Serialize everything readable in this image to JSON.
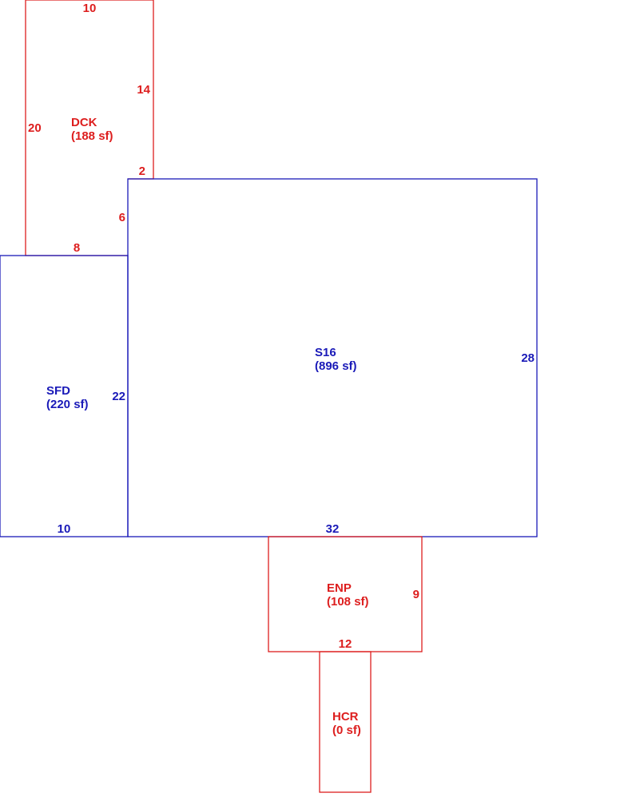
{
  "colors": {
    "living": "#1a1ab8",
    "accessory": "#dd1e1e",
    "background": "#ffffff"
  },
  "areas": {
    "dck": {
      "code": "DCK",
      "area": "(188 sf)"
    },
    "sfd": {
      "code": "SFD",
      "area": "(220 sf)"
    },
    "s16": {
      "code": "S16",
      "area": "(896 sf)"
    },
    "enp": {
      "code": "ENP",
      "area": "(108 sf)"
    },
    "hcr": {
      "code": "HCR",
      "area": "(0 sf)"
    }
  },
  "dimensions": {
    "dck": {
      "top": "10",
      "right_upper": "14",
      "left": "20",
      "notch_top": "2",
      "notch_side": "6",
      "bottom": "8"
    },
    "sfd": {
      "right": "22",
      "bottom": "10"
    },
    "s16": {
      "right": "28",
      "bottom": "32"
    },
    "enp": {
      "right": "9",
      "bottom": "12"
    }
  }
}
